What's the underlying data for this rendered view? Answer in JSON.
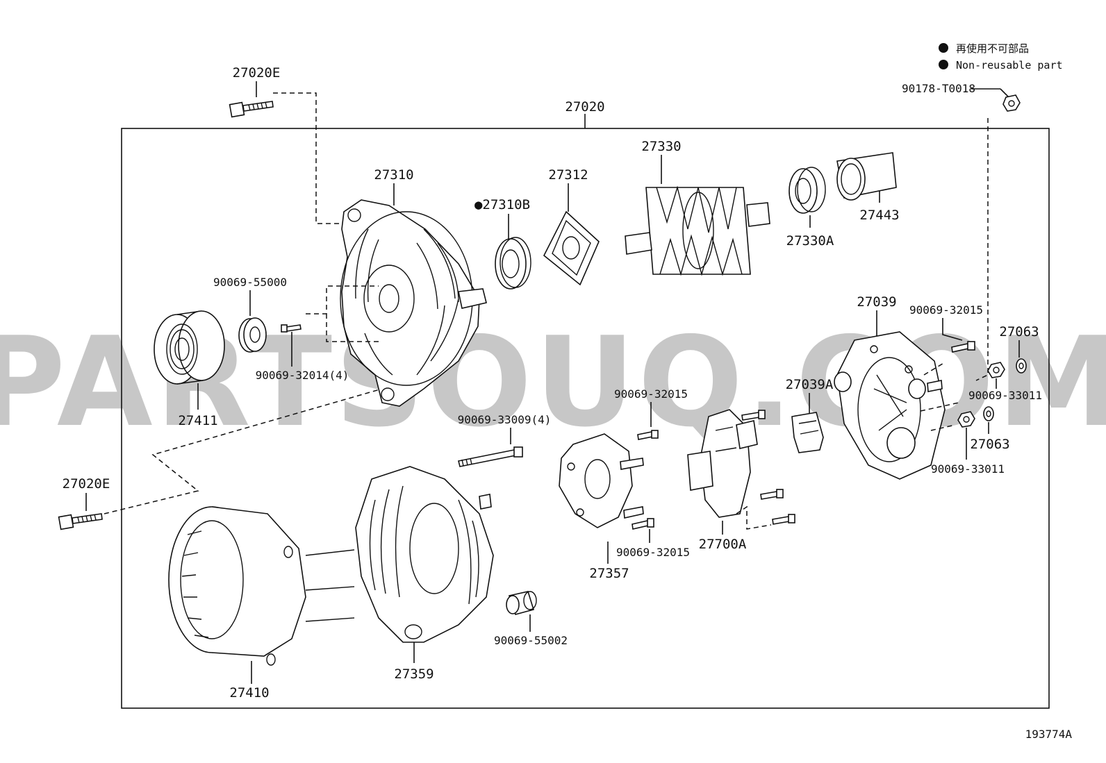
{
  "legend": {
    "jp": "再使用不可部品",
    "en": "Non-reusable part"
  },
  "watermark": "PARTSOUQ.COM",
  "figure_id": "193774A",
  "labels": {
    "assembly": "27020",
    "bolt_top": "27020E",
    "bolt_bottom": "27020E",
    "drive_frame": "27310",
    "bearing_front": "●27310B",
    "retainer": "27312",
    "rotor": "27330",
    "bearing_rear": "27330A",
    "cover_cap": "27443",
    "washer_top": "90069-55000",
    "screw_frame": "90069-32014(4)",
    "pulley": "27411",
    "rear_cover": "27039",
    "screw_rear_cover": "90069-32015",
    "insulator_top": "27063",
    "nut_top": "90069-33011",
    "nut_bottom": "90069-33011",
    "insulator_bottom": "27063",
    "holder": "27039A",
    "screw_rectifier_top": "90069-32015",
    "screw_rectifier_bottom": "90069-32015",
    "through_bolt": "90069-33009(4)",
    "rectifier": "27357",
    "regulator": "27700A",
    "stator": "27410",
    "rear_frame": "27359",
    "bushing": "90069-55002",
    "terminal_nut": "90178-T0018"
  }
}
